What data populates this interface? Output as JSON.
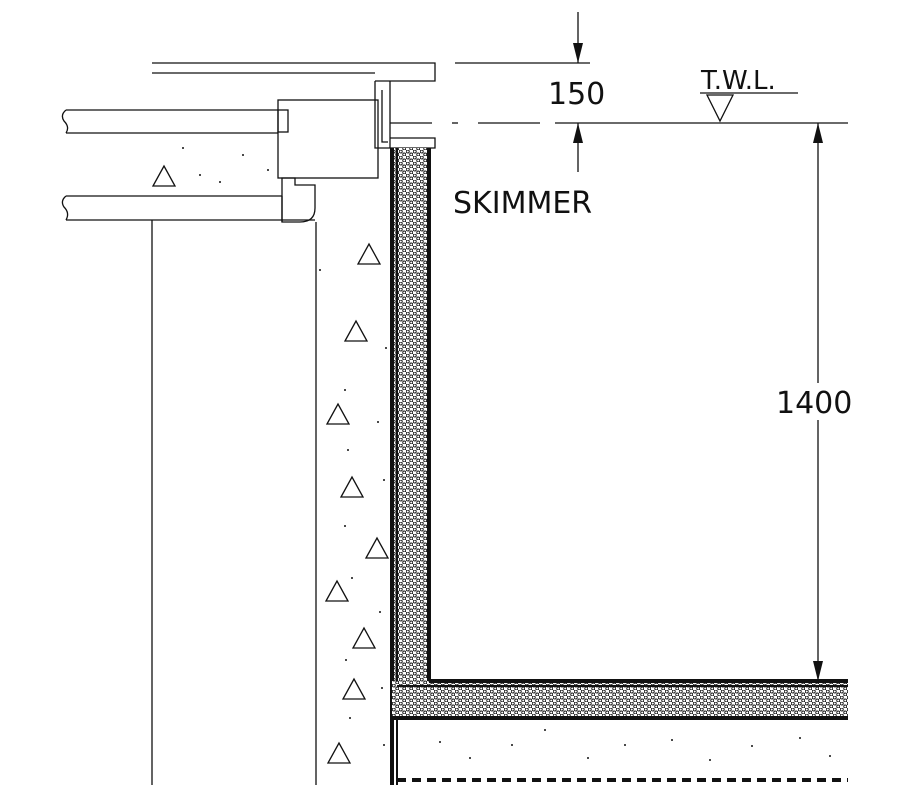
{
  "labels": {
    "dim_top": "150",
    "water_level": "T.W.L.",
    "component": "SKIMMER",
    "dim_depth": "1400"
  },
  "colors": {
    "ink": "#111111",
    "paper": "#ffffff"
  }
}
